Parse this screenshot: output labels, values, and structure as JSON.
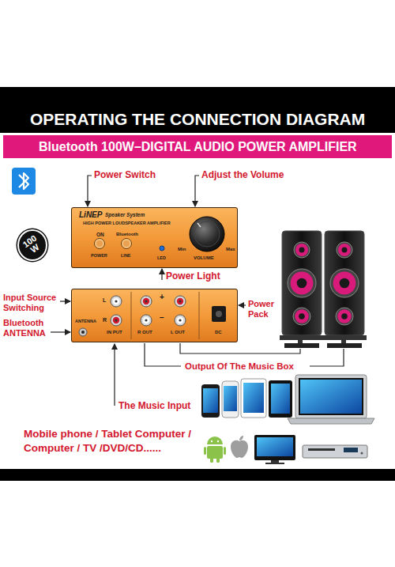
{
  "diagram": {
    "title": "OPERATING THE CONNECTION DIAGRAM",
    "nodes": [
      {
        "text": [
          "Bluetooth 100W–DIGITAL AUDIO POWER AMPLIFIER"
        ]
      },
      {
        "text": [
          "LiNEP",
          "Speaker System",
          "HIGH POWER LOUDSPEAKER AMPLIFIER",
          "ON",
          "POWER",
          "Bluetooth",
          "LINE",
          "LED",
          "Min",
          "Max",
          "VOLUME"
        ]
      },
      {
        "text": [
          "100 W"
        ]
      },
      {
        "text": [
          "L",
          "R",
          "IN PUT",
          "ANTENNA",
          "+",
          "−",
          "R OUT",
          "L OUT",
          "DC"
        ]
      }
    ],
    "labels": [
      "Power Switch",
      "Adjust the Volume",
      "Power Light",
      "Input Source Switching",
      "Bluetooth ANTENNA",
      "Power Pack",
      "Output Of The Music Box",
      "The Music Input",
      "Mobile phone / Tablet Computer / Computer / TV /DVD/CD......"
    ]
  }
}
